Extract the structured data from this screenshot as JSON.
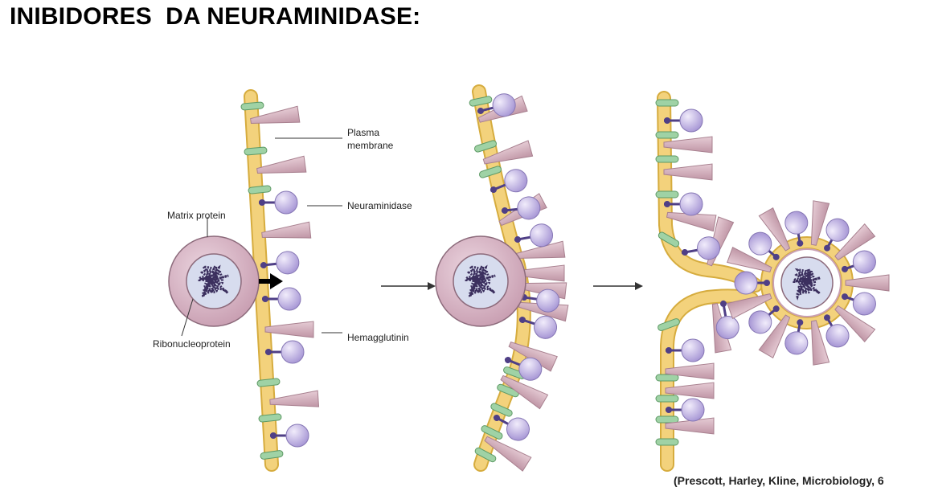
{
  "slide": {
    "title": "INIBIDORES  DA NEURAMINIDASE:"
  },
  "diagram": {
    "labels": {
      "plasma_membrane_1": "Plasma",
      "plasma_membrane_2": "membrane",
      "neuraminidase": "Neuraminidase",
      "matrix_protein": "Matrix protein",
      "ribonucleoprotein": "Ribonucleoprotein",
      "hemagglutinin": "Hemagglutinin"
    },
    "citation": "(Prescott, Harley, Kline, Microbiology, 6"
  },
  "colors": {
    "membrane": "#f3d27c",
    "membrane_edge": "#d6ac3e",
    "hemagglutinin": "#d6b1bd",
    "hemagglutinin_edge": "#a8808f",
    "neuraminidase": "#c1b2e2",
    "neuraminidase_edge": "#8677b5",
    "linker": "#4f3f86",
    "lipid": "#9fd2a5",
    "lipid_edge": "#5e9a66",
    "matrix": "#dcbccb",
    "matrix_edge": "#8c6a7b",
    "core": "#d7dcee",
    "rnp": "#3b2f5e"
  }
}
